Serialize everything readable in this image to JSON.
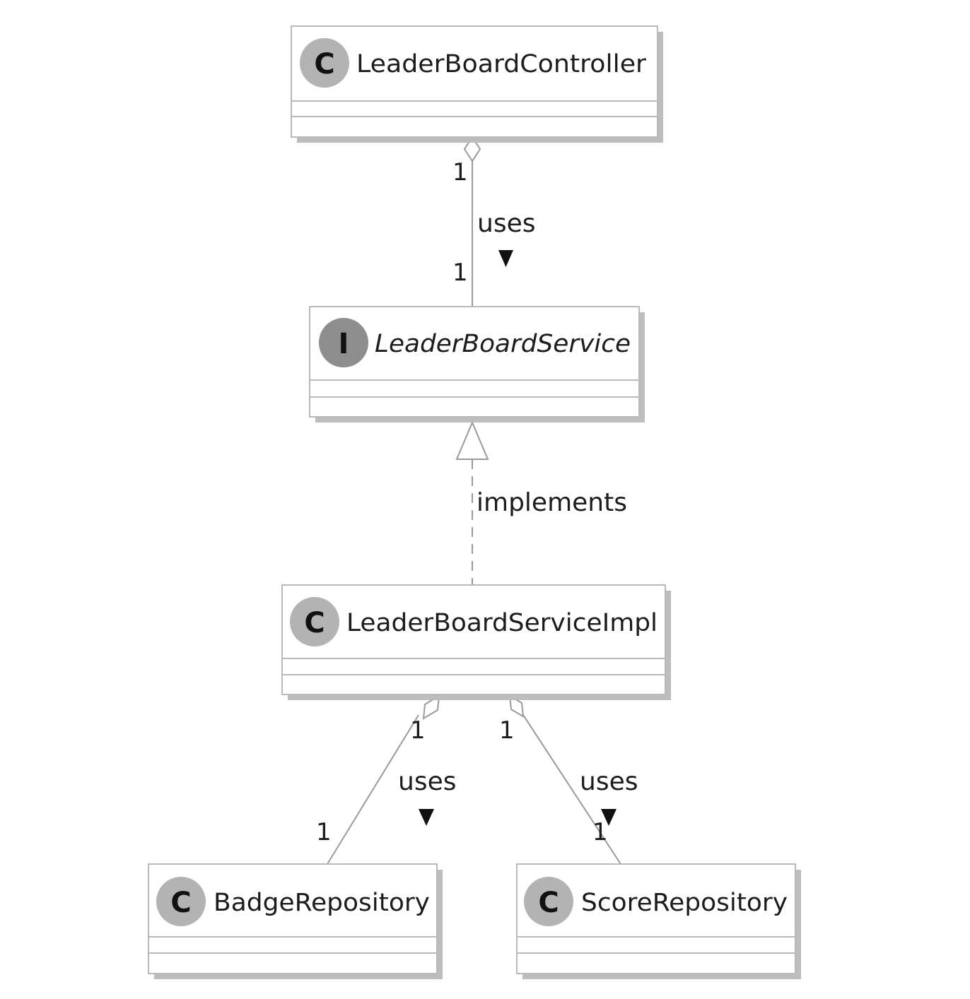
{
  "classes": [
    {
      "id": "controller",
      "name": "LeaderBoardController",
      "kind": "C"
    },
    {
      "id": "service",
      "name": "LeaderBoardService",
      "kind": "I"
    },
    {
      "id": "impl",
      "name": "LeaderBoardServiceImpl",
      "kind": "C"
    },
    {
      "id": "badge",
      "name": "BadgeRepository",
      "kind": "C"
    },
    {
      "id": "score",
      "name": "ScoreRepository",
      "kind": "C"
    }
  ],
  "relations": [
    {
      "id": "controller-service",
      "label": "uses",
      "source_multiplicity": "1",
      "target_multiplicity": "1",
      "type": "aggregation"
    },
    {
      "id": "impl-service",
      "label": "implements",
      "type": "realization"
    },
    {
      "id": "impl-badge",
      "label": "uses",
      "source_multiplicity": "1",
      "target_multiplicity": "1",
      "type": "aggregation"
    },
    {
      "id": "impl-score",
      "label": "uses",
      "source_multiplicity": "1",
      "target_multiplicity": "1",
      "type": "aggregation"
    }
  ],
  "colors": {
    "box_fill": "#ffffff",
    "box_border": "#b9b9b9",
    "shadow": "#bdbdbd",
    "class_badge": "#b3b3b3",
    "interface_badge": "#8e8e8e",
    "line": "#9a9a9a",
    "text": "#1c1c1c"
  }
}
